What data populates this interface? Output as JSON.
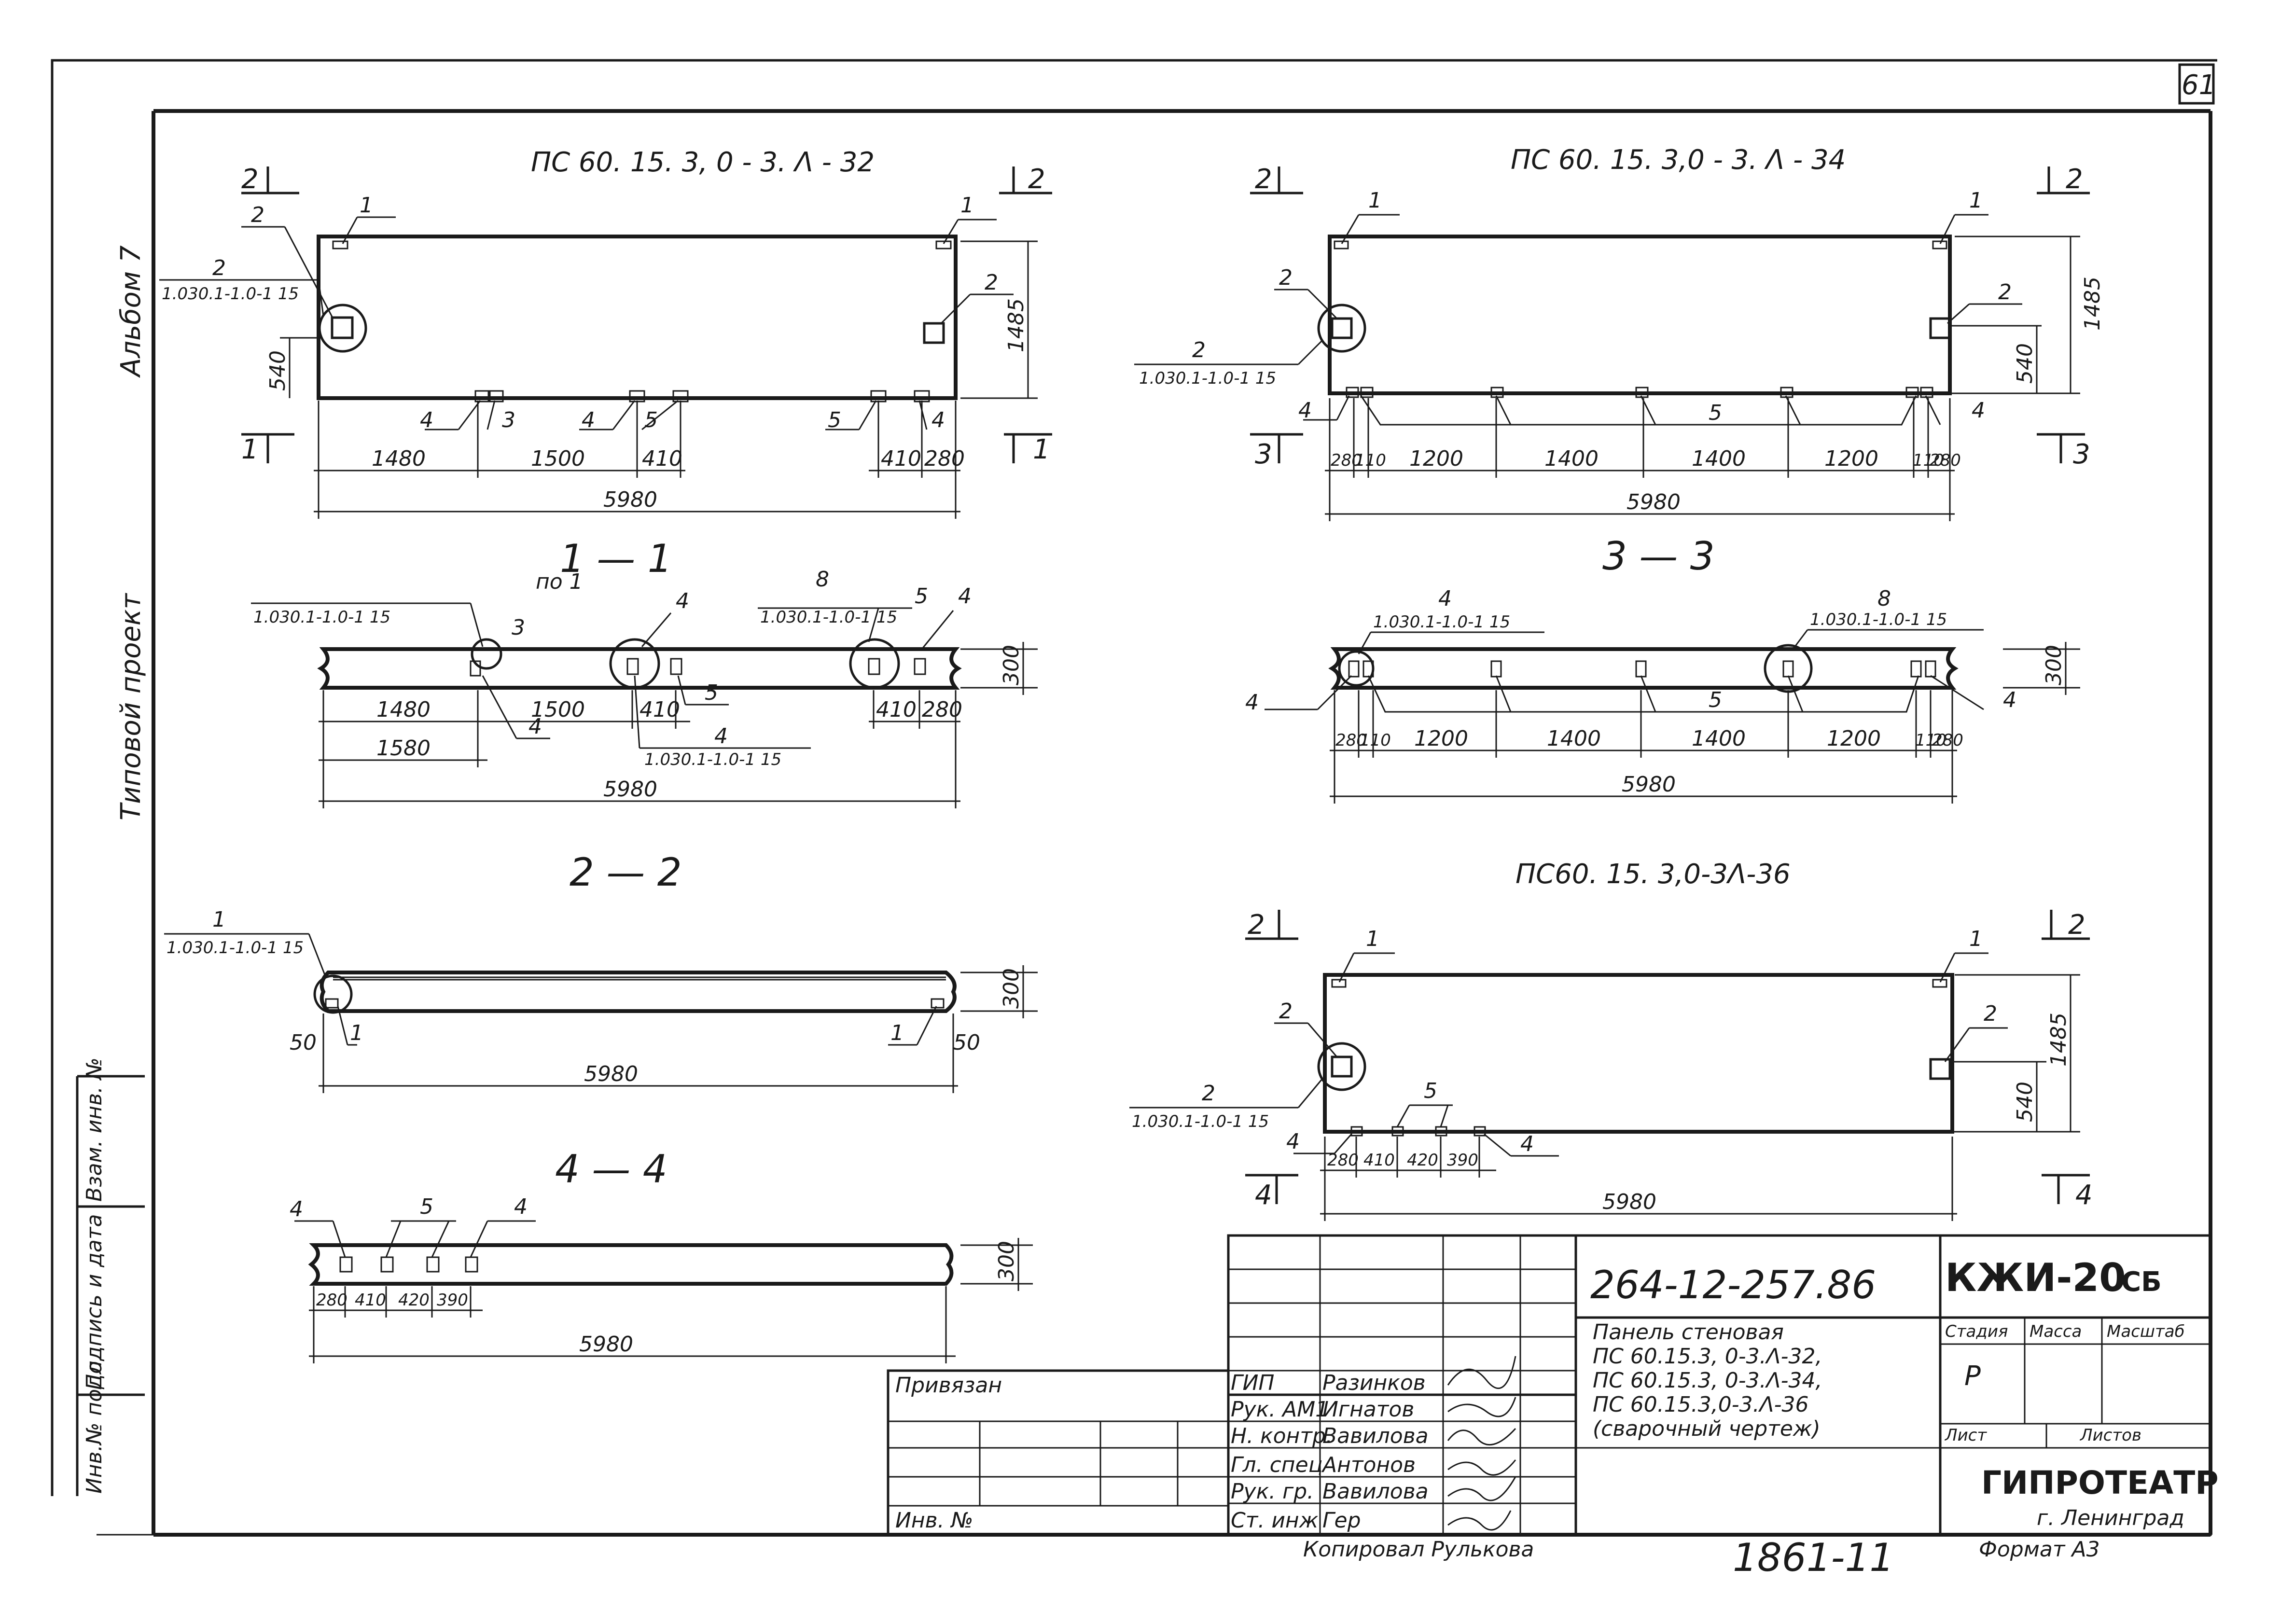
{
  "sheet": {
    "page_number": "61"
  },
  "side": {
    "album": "Альбом 7",
    "project": "Типовой проект"
  },
  "stamp_side": {
    "inv_no": "Инв.№ подл",
    "sign_date": "Подпись и дата",
    "replace_inv": "Взам. инв. №"
  },
  "views": {
    "v32": {
      "title": "ПС 60. 15. 3, 0 - 3. Λ - 32",
      "ref_2": "2",
      "ref_doc": "1.030.1-1.0-1 15",
      "dims": [
        "1480",
        "1500",
        "410",
        "410",
        "280",
        "5980",
        "540",
        "1485"
      ],
      "marks": [
        "1",
        "1",
        "2",
        "2",
        "2",
        "2",
        "1",
        "1",
        "4",
        "3",
        "4",
        "5",
        "5",
        "4"
      ]
    },
    "v34": {
      "title": "ПС 60. 15. 3,0 - 3. Λ - 34",
      "ref_2": "2",
      "ref_doc": "1.030.1-1.0-1 15",
      "dims": [
        "280",
        "110",
        "1200",
        "1400",
        "1400",
        "1200",
        "110",
        "280",
        "5980",
        "540",
        "1485"
      ],
      "marks": [
        "2",
        "2",
        "1",
        "1",
        "2",
        "2",
        "3",
        "3",
        "4",
        "5",
        "4"
      ]
    },
    "v36": {
      "title": "ПС60. 15. 3,0-3Λ-36",
      "ref_2": "2",
      "ref_doc": "1.030.1-1.0-1 15",
      "dims": [
        "280",
        "410",
        "420",
        "390",
        "5980",
        "540",
        "1485"
      ],
      "marks": [
        "2",
        "2",
        "1",
        "1",
        "2",
        "2",
        "5",
        "4",
        "4",
        "4",
        "4"
      ]
    }
  },
  "sections": {
    "s11": {
      "title": "1 — 1",
      "ref_a": "по 1",
      "ref_a_doc": "1.030.1-1.0-1 15",
      "ref_b": "8",
      "ref_b_doc": "1.030.1-1.0-1 15",
      "ref_c": "4",
      "ref_c_doc": "1.030.1-1.0-1 15",
      "dims": [
        "1480",
        "1500",
        "410",
        "410",
        "280",
        "1580",
        "5980",
        "300"
      ],
      "marks": [
        "3",
        "4",
        "5",
        "4",
        "5",
        "4"
      ]
    },
    "s33": {
      "title": "3 — 3",
      "ref_a": "4",
      "ref_a_doc": "1.030.1-1.0-1 15",
      "ref_b": "8",
      "ref_b_doc": "1.030.1-1.0-1 15",
      "dims": [
        "280",
        "110",
        "1200",
        "1400",
        "1400",
        "1200",
        "110",
        "280",
        "5980",
        "300"
      ],
      "marks": [
        "4",
        "5",
        "4"
      ]
    },
    "s22": {
      "title": "2 — 2",
      "ref_a": "1",
      "ref_a_doc": "1.030.1-1.0-1 15",
      "dims": [
        "50",
        "50",
        "5980",
        "300"
      ],
      "marks": [
        "1",
        "1"
      ]
    },
    "s44": {
      "title": "4 — 4",
      "dims": [
        "280",
        "410",
        "420",
        "390",
        "5980",
        "300"
      ],
      "marks": [
        "4",
        "5",
        "4"
      ]
    }
  },
  "title_block": {
    "doc_code": "264-12-257.86",
    "drawing_code": "КЖИ-20",
    "drawing_suffix": "СБ",
    "description": [
      "Панель стеновая",
      "ПС 60.15.3, 0-3.Λ-32,",
      "ПС 60.15.3, 0-3.Λ-34,",
      "ПС 60.15.3,0-3.Λ-36",
      "(сварочный чертеж)"
    ],
    "stage_label": "Стадия",
    "mass_label": "Масса",
    "scale_label": "Масштаб",
    "stage_value": "Р",
    "sheet_label": "Лист",
    "sheets_label": "Листов",
    "org": "ГИПРОТЕАТР",
    "city": "г. Ленинград",
    "bound": "Привязан",
    "inv_label": "Инв. №",
    "roles": [
      {
        "role": "ГИП",
        "name": "Разинков"
      },
      {
        "role": "Рук. АМ1",
        "name": "Игнатов"
      },
      {
        "role": "Н. контр.",
        "name": "Вавилова"
      },
      {
        "role": "Гл. спец",
        "name": "Антонов"
      },
      {
        "role": "Рук. гр.",
        "name": "Вавилова"
      },
      {
        "role": "Ст. инж",
        "name": "Гер"
      }
    ]
  },
  "footer": {
    "copied": "Копировал Рулькова",
    "number": "1861-11",
    "format": "Формат А3"
  }
}
